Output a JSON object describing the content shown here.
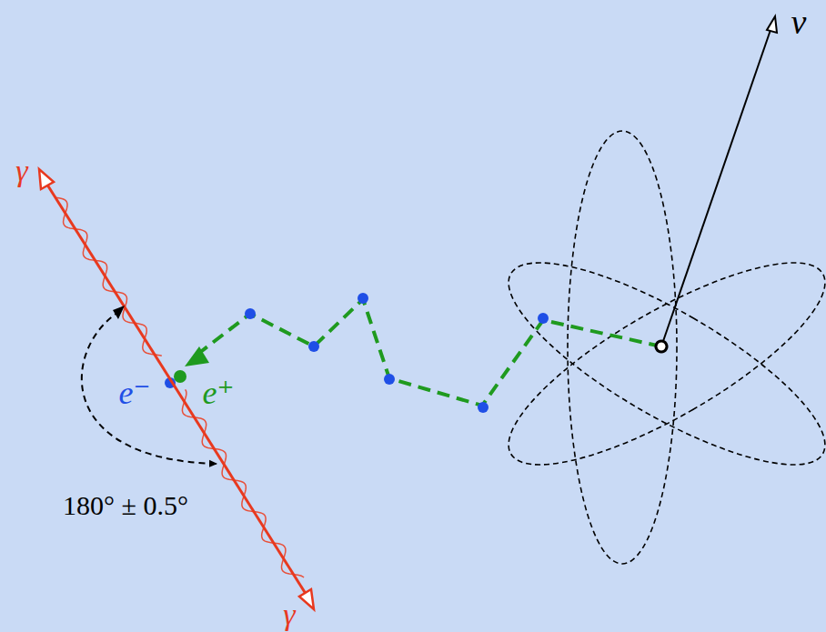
{
  "diagram": {
    "labels": [
      "ν",
      "γ",
      "e⁻",
      "e⁺",
      "180° ± 0.5°",
      "γ"
    ]
  }
}
